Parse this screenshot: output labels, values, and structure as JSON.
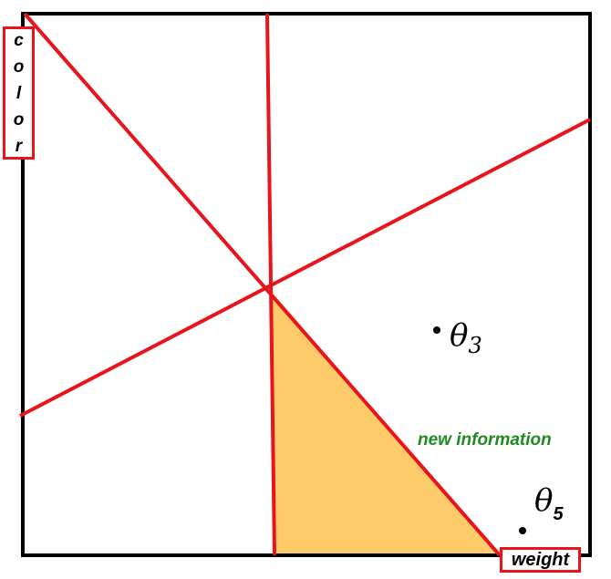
{
  "axes": {
    "y_label": "color",
    "x_label": "weight"
  },
  "annotations": {
    "theta3_symbol": "θ",
    "theta3_subscript": "3",
    "theta5_symbol": "θ",
    "theta5_subscript": "5",
    "new_information": "new information"
  },
  "colors": {
    "lines": "#e8141c",
    "region_fill": "#fecb6b",
    "annotation_text": "#1f8a1f",
    "frame": "#000000"
  }
}
